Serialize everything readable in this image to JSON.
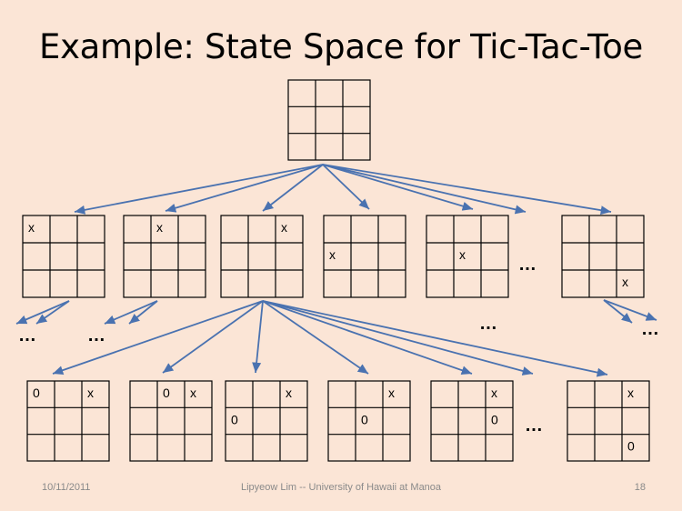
{
  "title": "Example: State Space for Tic-Tac-Toe",
  "footer": {
    "date": "10/11/2011",
    "author": "Lipyeow Lim -- University of Hawaii at Manoa",
    "page": "18"
  },
  "boards": {
    "root": [
      "",
      "",
      "",
      "",
      "",
      "",
      "",
      "",
      ""
    ],
    "level1": [
      [
        "x",
        "",
        "",
        "",
        "",
        "",
        "",
        "",
        ""
      ],
      [
        "",
        "x",
        "",
        "",
        "",
        "",
        "",
        "",
        ""
      ],
      [
        "",
        "",
        "x",
        "",
        "",
        "",
        "",
        "",
        ""
      ],
      [
        "",
        "",
        "",
        "x",
        "",
        "",
        "",
        "",
        ""
      ],
      [
        "",
        "",
        "",
        "",
        "x",
        "",
        "",
        "",
        ""
      ],
      [
        "",
        "",
        "",
        "",
        "",
        "",
        "",
        "",
        "x"
      ]
    ],
    "level2": [
      [
        "0",
        "",
        "x",
        "",
        "",
        "",
        "",
        "",
        ""
      ],
      [
        "",
        "0",
        "x",
        "",
        "",
        "",
        "",
        "",
        ""
      ],
      [
        "",
        "",
        "x",
        "0",
        "",
        "",
        "",
        "",
        ""
      ],
      [
        "",
        "",
        "x",
        "",
        "0",
        "",
        "",
        "",
        ""
      ],
      [
        "",
        "",
        "x",
        "",
        "",
        "0",
        "",
        "",
        ""
      ],
      [
        "",
        "",
        "x",
        "",
        "",
        "",
        "",
        "",
        "0"
      ]
    ]
  },
  "ellipsis": "…"
}
